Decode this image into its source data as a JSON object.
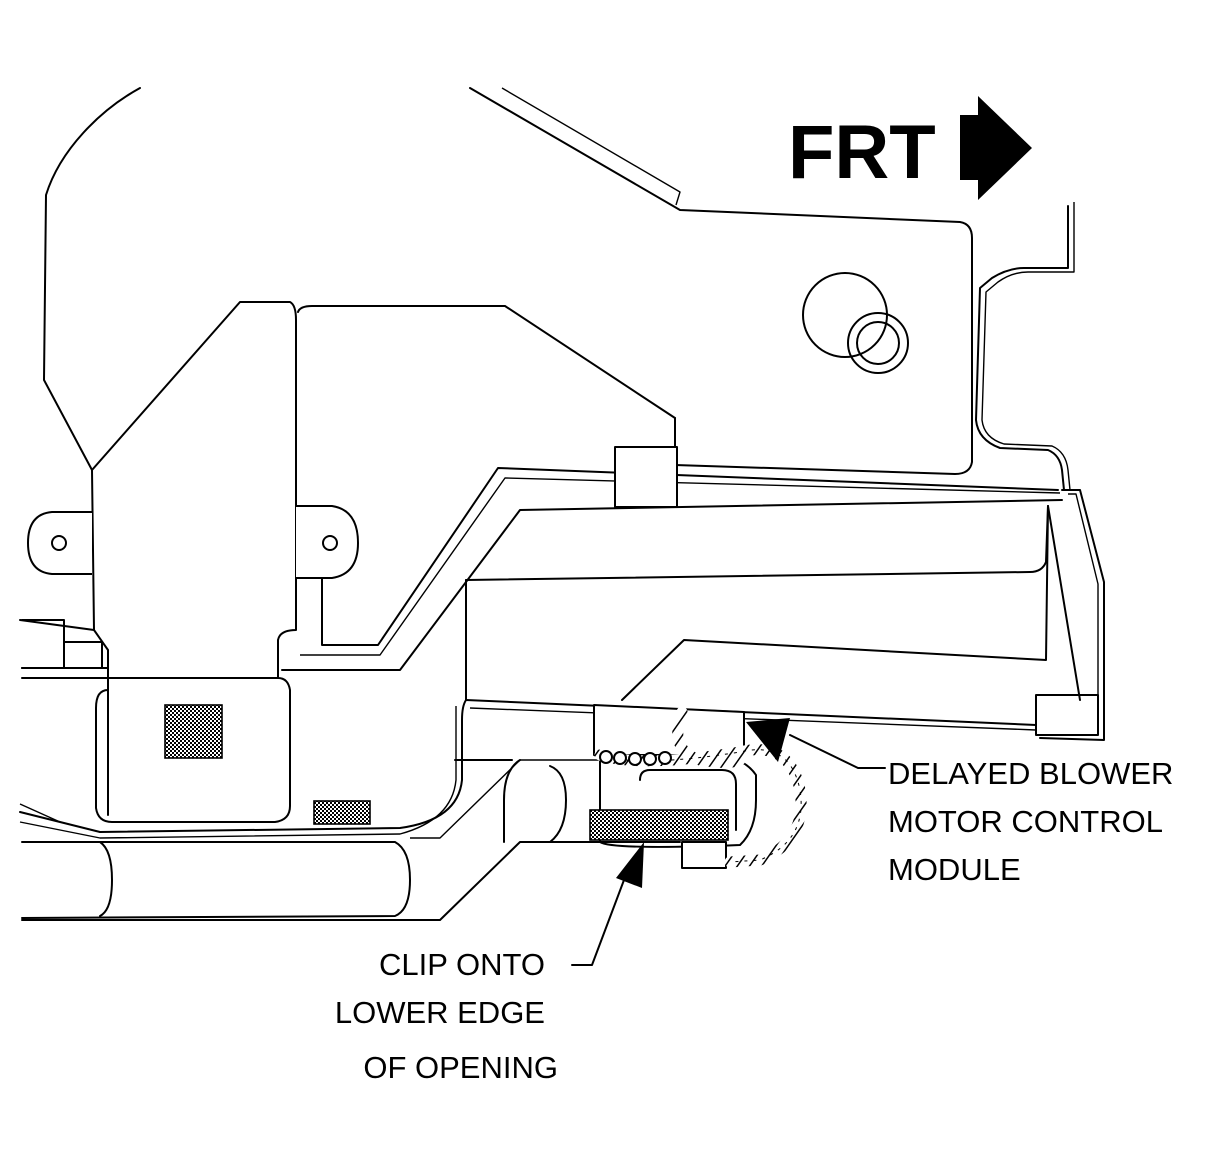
{
  "orientation": {
    "label": "FRT",
    "arrow_icon": "right-arrow-icon"
  },
  "callouts": {
    "module": {
      "lines": [
        "DELAYED BLOWER",
        "MOTOR CONTROL",
        "MODULE"
      ]
    },
    "clip": {
      "lines": [
        "CLIP ONTO",
        "LOWER EDGE",
        "OF OPENING"
      ]
    }
  },
  "colors": {
    "line": "#000000",
    "background": "#ffffff",
    "stipple": "#7a7a7a"
  }
}
